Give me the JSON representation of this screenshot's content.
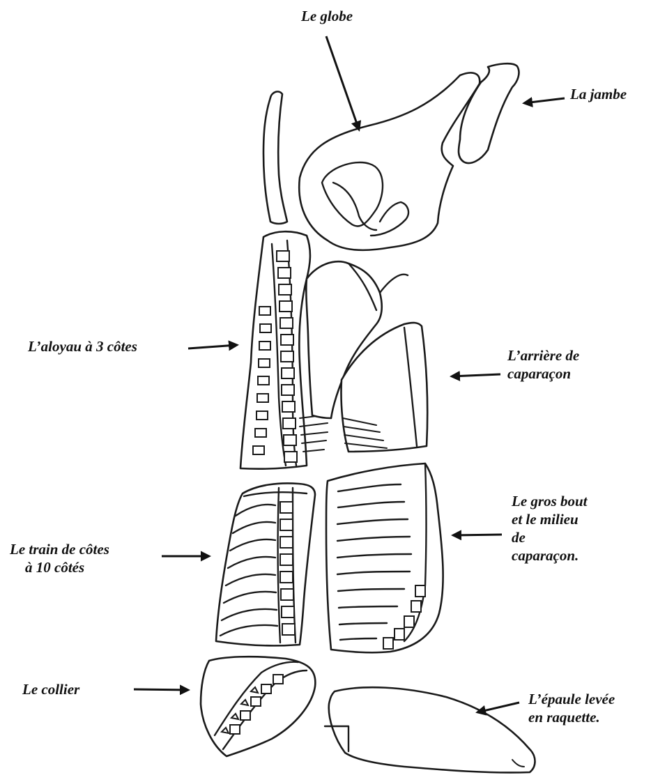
{
  "labels": {
    "globe": "Le globe",
    "jambe": "La jambe",
    "aloyau": "L’aloyau à 3 côtes",
    "arriere_line1": "L’arrière de",
    "arriere_line2": "caparaçon",
    "train_line1": "Le train de côtes",
    "train_line2": "à 10 côtés",
    "gros_line1": "Le gros bout",
    "gros_line2": "et le milieu",
    "gros_line3": "de",
    "gros_line4": "caparaçon.",
    "collier": "Le collier",
    "epaule_line1": "L’épaule levée",
    "epaule_line2": "en raquette."
  },
  "colors": {
    "ink": "#1a1a1a",
    "background": "#ffffff"
  }
}
